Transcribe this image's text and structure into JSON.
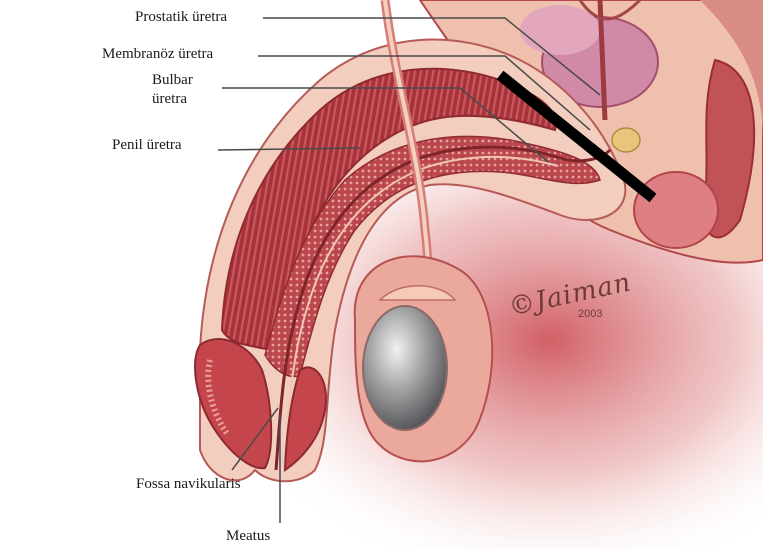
{
  "labels": {
    "prostatic": "Prostatik üretra",
    "membranous": "Membranöz üretra",
    "bulbar_line1": "Bulbar",
    "bulbar_line2": "üretra",
    "penile": "Penil üretra",
    "fossa": "Fossa navikularis",
    "meatus": "Meatus"
  },
  "signature": {
    "artist": "©Jaiman",
    "year": "2003"
  },
  "colors": {
    "background": "#ffffff",
    "tissue_dark": "#a9323a",
    "tissue_mid": "#d4706b",
    "tissue_light": "#f0b8a6",
    "skin": "#f3cdbd",
    "testis": "#9a9a9c",
    "marker_bar": "#000000",
    "leader_line": "#4a4a4a"
  }
}
